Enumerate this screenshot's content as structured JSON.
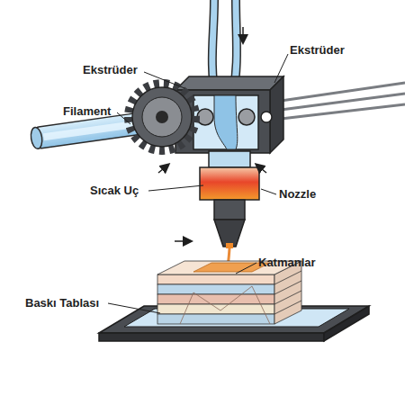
{
  "diagram": {
    "labels": [
      "Ekstrüder",
      "Ekstrüder",
      "Filament",
      "Sıcak Uç",
      "Nozzle",
      "Katmanlar",
      "Baskı Tablası"
    ]
  }
}
